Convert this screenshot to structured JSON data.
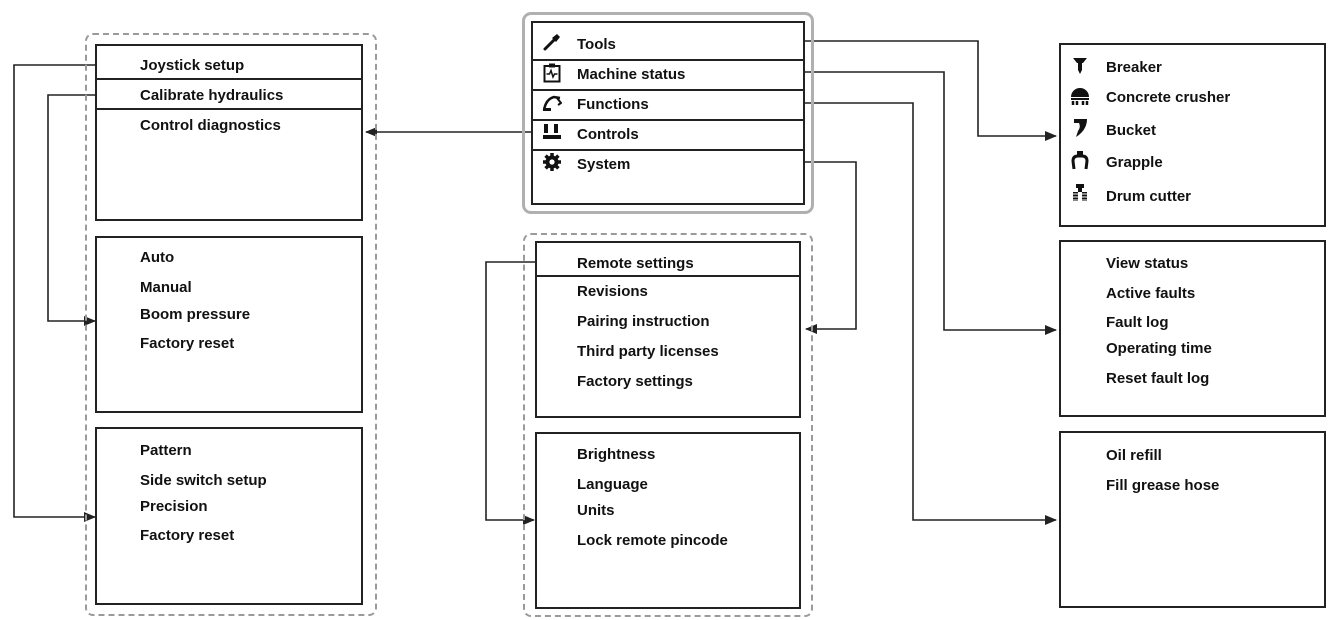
{
  "main_menu": {
    "items": [
      {
        "label": "Tools",
        "icon": "hammer-icon"
      },
      {
        "label": "Machine status",
        "icon": "status-monitor-icon"
      },
      {
        "label": "Functions",
        "icon": "hydraulic-arm-icon"
      },
      {
        "label": "Controls",
        "icon": "joystick-icon"
      },
      {
        "label": "System",
        "icon": "gear-icon"
      }
    ]
  },
  "controls_menu": {
    "items": [
      "Joystick setup",
      "Calibrate hydraulics",
      "Control diagnostics"
    ]
  },
  "calibrate_hydraulics_menu": {
    "items": [
      "Auto",
      "Manual",
      "Boom pressure",
      "Factory reset"
    ]
  },
  "joystick_setup_menu": {
    "items": [
      "Pattern",
      "Side switch setup",
      "Precision",
      "Factory reset"
    ]
  },
  "system_menu": {
    "items": [
      "Remote settings",
      "Revisions",
      "Pairing instruction",
      "Third party licenses",
      "Factory settings"
    ]
  },
  "remote_settings_menu": {
    "items": [
      "Brightness",
      "Language",
      "Units",
      "Lock remote pincode"
    ]
  },
  "tools_menu": {
    "items": [
      {
        "label": "Breaker",
        "icon": "breaker-icon"
      },
      {
        "label": "Concrete crusher",
        "icon": "concrete-crusher-icon"
      },
      {
        "label": "Bucket",
        "icon": "bucket-icon"
      },
      {
        "label": "Grapple",
        "icon": "grapple-icon"
      },
      {
        "label": "Drum cutter",
        "icon": "drum-cutter-icon"
      }
    ]
  },
  "machine_status_menu": {
    "items": [
      "View status",
      "Active faults",
      "Fault log",
      "Operating time",
      "Reset fault log"
    ]
  },
  "functions_menu": {
    "items": [
      "Oil refill",
      "Fill grease hose"
    ]
  },
  "colors": {
    "line": "#222222",
    "dashed_border": "#9a9a9a",
    "frame": "#b0b0b0"
  }
}
